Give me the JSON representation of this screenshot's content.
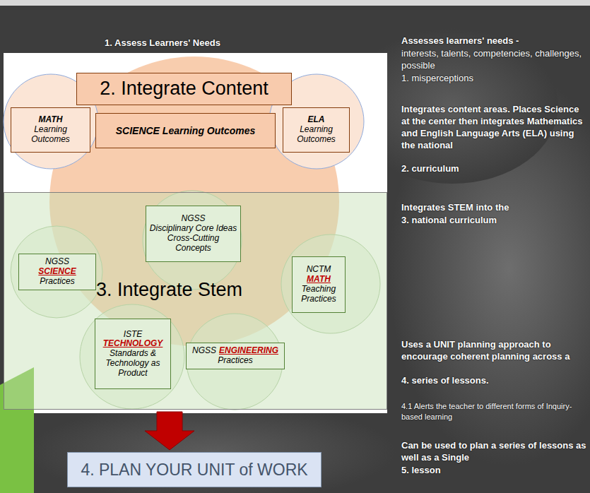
{
  "diagram": {
    "nodes": [
      {
        "text": [
          "2. Integrate Content"
        ]
      },
      {
        "text": [
          "MATH",
          "Learning Outcomes"
        ]
      },
      {
        "text": [
          "SCIENCE Learning Outcomes"
        ]
      },
      {
        "text": [
          "ELA",
          "Learning Outcomes"
        ]
      },
      {
        "text": [
          "3. Integrate Stem"
        ]
      },
      {
        "text": [
          "NGSS",
          "Disciplinary Core Ideas Cross-Cutting Concepts"
        ],
        "in": 4
      },
      {
        "text": [
          "NGSS",
          "SCIENCE",
          "Practices"
        ],
        "in": 4
      },
      {
        "text": [
          "NCTM",
          "MATH",
          "Teaching Practices"
        ],
        "in": 4
      },
      {
        "text": [
          "ISTE",
          "TECHNOLOGY",
          "Standards & Technology as Product"
        ],
        "in": 4
      },
      {
        "text": [
          "NGSS",
          "ENGINEERING",
          "Practices"
        ],
        "in": 4
      },
      {
        "text": [
          "4. PLAN YOUR UNIT of WORK"
        ]
      }
    ],
    "edges": [
      {
        "from": 4,
        "to": 10,
        "arrow": "to"
      }
    ],
    "labels": [
      "1. Assess Learners' Needs",
      "Assesses learners' needs -",
      "interests, talents, competencies, challenges, possible",
      "1. misperceptions",
      "Integrates content areas. Places Science at the center then integrates Mathematics and English Language Arts (ELA) using the national",
      "2. curriculum",
      "Integrates STEM into the",
      "3. national curriculum",
      "Uses a UNIT planning approach to encourage coherent planning across a",
      "4. series of lessons.",
      "4.1 Alerts the teacher to different forms of Inquiry-based learning",
      "Can be used to plan a series of lessons as well as a Single",
      "5. lesson"
    ]
  }
}
